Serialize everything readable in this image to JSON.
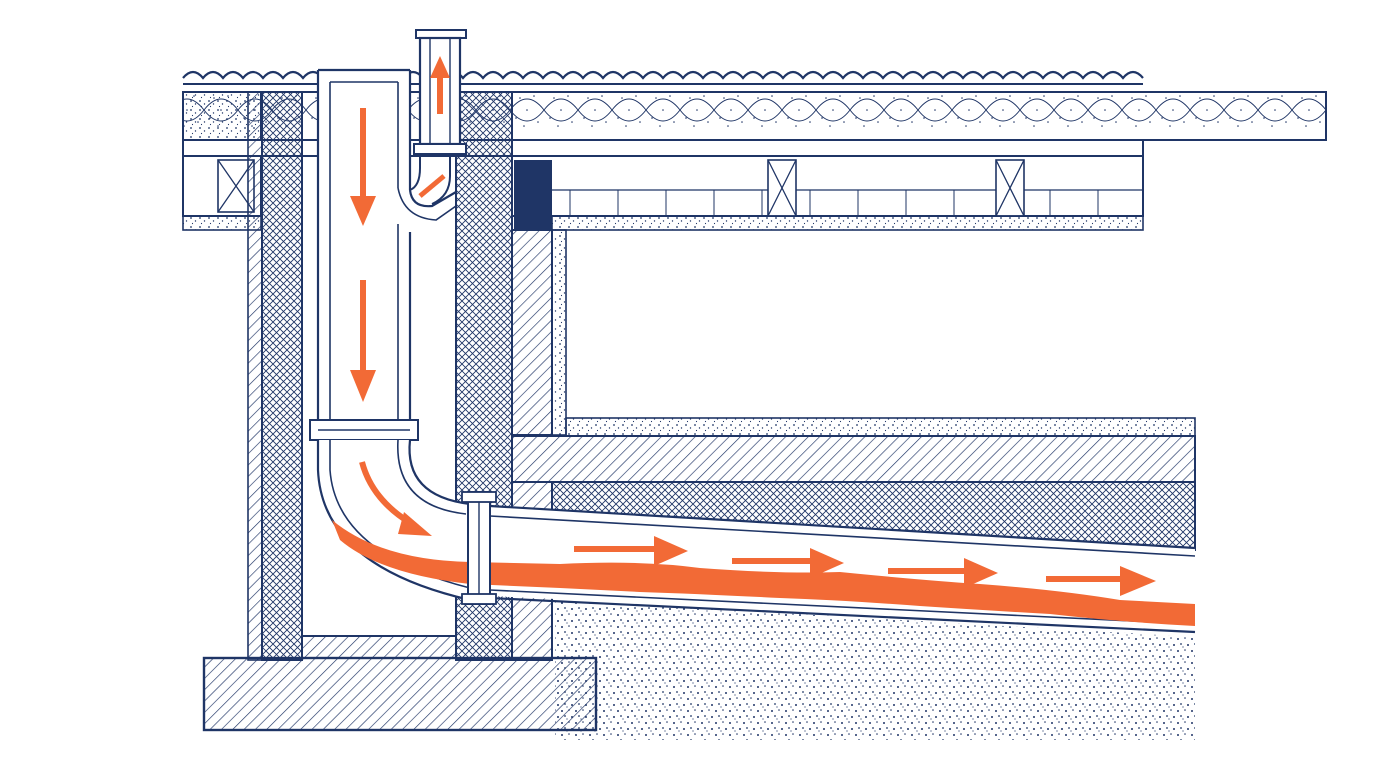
{
  "diagram": {
    "colors": {
      "line": "#1f3566",
      "flow": "#f26a36",
      "background": "#ffffff",
      "solid_block": "#1f3566"
    },
    "components": [
      "roof-sheet",
      "roof-insulation",
      "ceiling-joists",
      "left-wall",
      "shaft-wall",
      "inner-wall",
      "vertical-stack",
      "vent-pipe",
      "branch-inlet",
      "pipe-bend",
      "pipe-coupling",
      "horizontal-drain",
      "floor-slab",
      "footing",
      "gravel-bed"
    ],
    "flow_direction_icons": [
      "arrow-down-icon",
      "arrow-down-icon",
      "arrow-up-icon",
      "arrow-curve-icon",
      "arrow-right-icon"
    ]
  }
}
